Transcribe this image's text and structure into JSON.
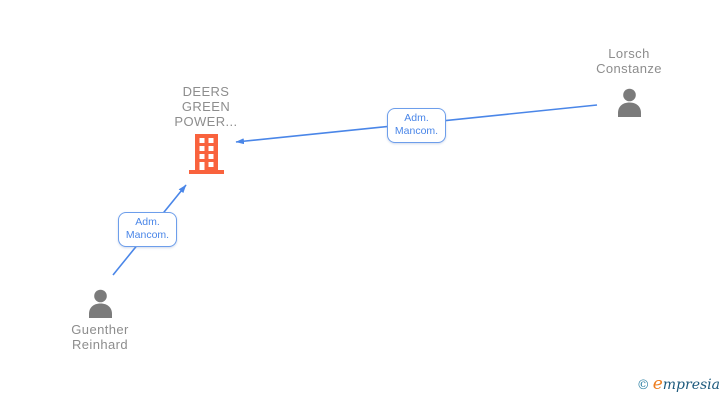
{
  "nodes": {
    "company": {
      "label_lines": [
        "DEERS",
        "GREEN",
        "POWER..."
      ],
      "icon": "building-icon"
    },
    "shareholder_right": {
      "label_lines": [
        "Lorsch",
        "Constanze"
      ],
      "icon": "person-icon"
    },
    "shareholder_left": {
      "label_lines": [
        "Guenther",
        "Reinhard"
      ],
      "icon": "person-icon"
    }
  },
  "edges": [
    {
      "from": "Lorsch Constanze",
      "to": "DEERS GREEN POWER...",
      "label_lines": [
        "Adm.",
        "Mancom."
      ]
    },
    {
      "from": "Guenther Reinhard",
      "to": "DEERS GREEN POWER...",
      "label_lines": [
        "Adm.",
        "Mancom."
      ]
    }
  ],
  "watermark": {
    "copyright_symbol": "©",
    "brand_initial": "e",
    "brand_rest": "mpresia"
  },
  "colors": {
    "arrow": "#4a86e8",
    "box_border": "#6d9eeb",
    "box_text": "#4a86e8",
    "label_text": "#8d8d8d",
    "person": "#7b7b7b",
    "building": "#f9623d",
    "logo_teal": "#2b7fa3",
    "logo_orange": "#ed7d1f",
    "logo_dark": "#1d5a7d"
  }
}
